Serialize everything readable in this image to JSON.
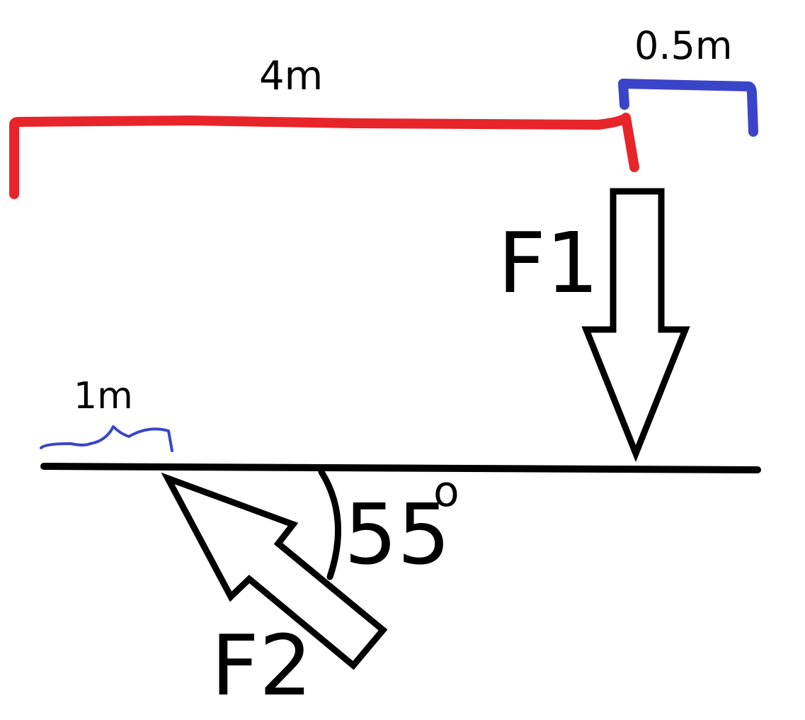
{
  "dimensions": {
    "span_main": "4m",
    "span_end": "0.5m",
    "span_left": "1m"
  },
  "forces": {
    "f1_label": "F1",
    "f2_label": "F2"
  },
  "angle": {
    "value": "55",
    "degree_symbol": "o"
  },
  "colors": {
    "main_dimension": "#e8242b",
    "secondary_dimension": "#3a44c8",
    "stroke": "#000000"
  }
}
